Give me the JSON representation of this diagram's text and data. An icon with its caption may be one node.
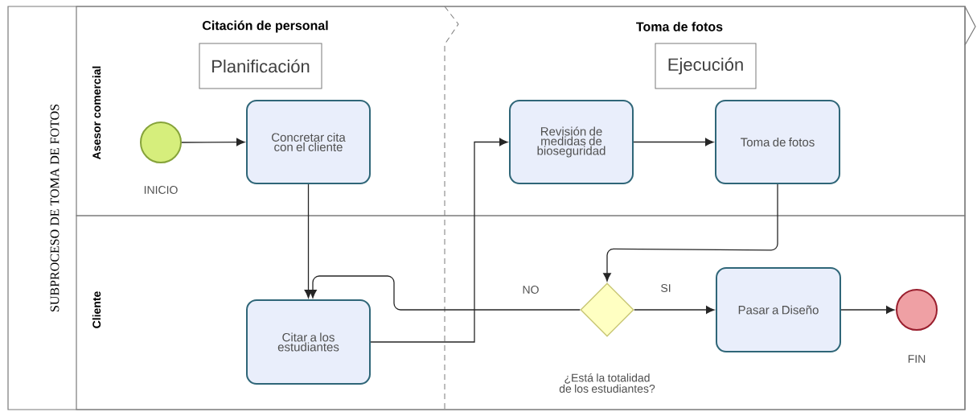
{
  "diagram": {
    "nodes": [
      {
        "text": [
          "SUBPROCESO DE TOMA DE FOTOS"
        ]
      },
      {
        "text": [
          "Asesor comercial"
        ],
        "in": 0
      },
      {
        "text": [
          "Cliente"
        ],
        "in": 0
      },
      {
        "text": [
          "Planificación"
        ],
        "in": 1
      },
      {
        "text": [
          "Ejecución"
        ],
        "in": 1
      },
      {
        "text": [],
        "shape": "circle",
        "beside": [
          "INICIO"
        ],
        "in": 1
      },
      {
        "text": [
          "Concretar cita con el cliente"
        ],
        "in": 1
      },
      {
        "text": [
          "Revisión de medidas de bioseguridad"
        ],
        "in": 1
      },
      {
        "text": [
          "Toma de fotos"
        ],
        "in": 1
      },
      {
        "text": [
          "Citar a los estudiantes"
        ],
        "in": 2
      },
      {
        "text": [],
        "shape": "diamond",
        "beside": [
          "¿Está la totalidad de los estudiantes?"
        ],
        "in": 2
      },
      {
        "text": [
          "Pasar a Diseño"
        ],
        "in": 2
      },
      {
        "text": [],
        "shape": "circle",
        "beside": [
          "FIN"
        ],
        "in": 2
      }
    ],
    "edges": [
      {
        "from": 5,
        "to": 6,
        "arrow": "to"
      },
      {
        "from": 6,
        "to": 9,
        "arrow": "to"
      },
      {
        "from": 9,
        "to": 7,
        "arrow": "to"
      },
      {
        "from": 7,
        "to": 8,
        "arrow": "to"
      },
      {
        "from": 8,
        "to": 10,
        "arrow": "to"
      },
      {
        "from": 10,
        "to": 9,
        "label": "NO",
        "arrow": "to"
      },
      {
        "from": 10,
        "to": 11,
        "label": "SI",
        "arrow": "to"
      },
      {
        "from": 11,
        "to": 12,
        "arrow": "to"
      }
    ],
    "labels": [
      "Citación de personal",
      "Toma de fotos"
    ]
  }
}
